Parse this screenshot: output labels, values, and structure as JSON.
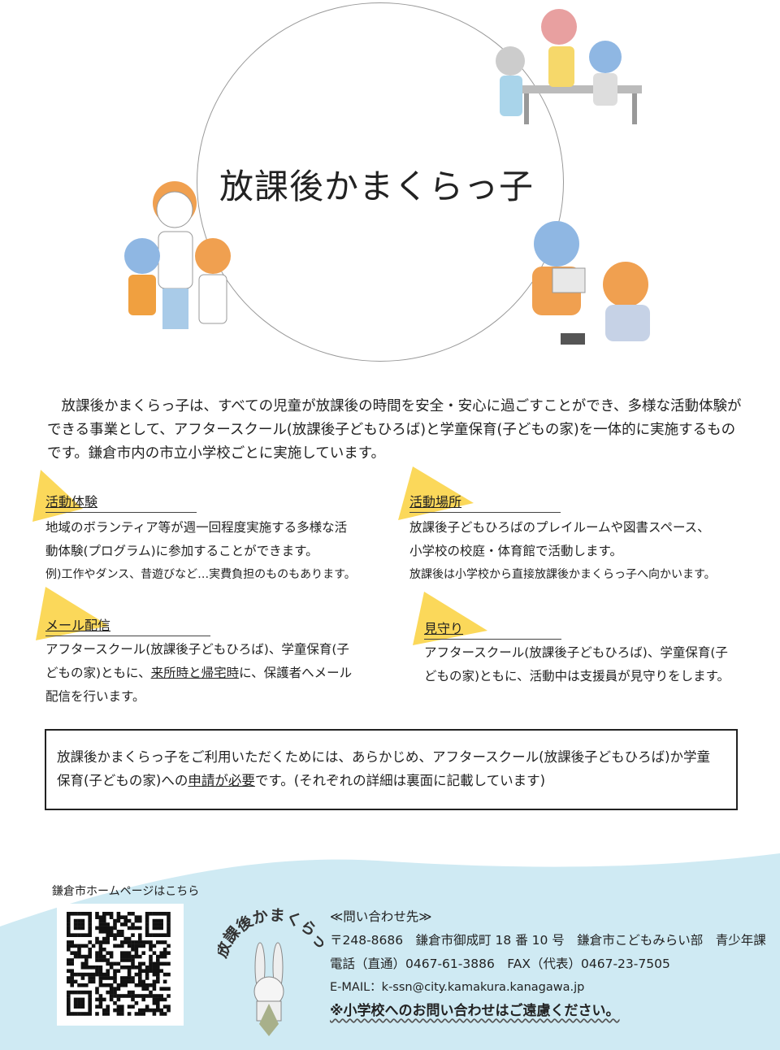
{
  "title": "放課後かまくらっ子",
  "intro": "放課後かまくらっ子は、すべての児童が放課後の時間を安全・安心に過ごすことができ、多様な活動体験ができる事業として、アフタースクール(放課後子どもひろば)と学童保育(子どもの家)を一体的に実施するものです。鎌倉市内の市立小学校ごとに実施しています。",
  "sections": [
    {
      "heading": "活動体験",
      "lines": [
        "地域のボランティア等が週一回程度実施する多様な活",
        "動体験(プログラム)に参加することができます。"
      ],
      "note": "例)工作やダンス、昔遊びなど…実費負担のものもあります。"
    },
    {
      "heading": "活動場所",
      "lines": [
        "放課後子どもひろばのプレイルームや図書スペース、",
        "小学校の校庭・体育館で活動します。"
      ],
      "note": "放課後は小学校から直接放課後かまくらっ子へ向かいます。"
    },
    {
      "heading": "メール配信",
      "line1": "アフタースクール(放課後子どもひろば)、学童保育(子",
      "line2_pre": "どもの家)ともに、",
      "line2_u": "来所時と帰宅時",
      "line2_post": "に、保護者へメール",
      "line3": "配信を行います。"
    },
    {
      "heading": "見守り",
      "lines": [
        "アフタースクール(放課後子どもひろば)、学童保育(子",
        "どもの家)ともに、活動中は支援員が見守りをします。"
      ]
    }
  ],
  "notice": {
    "line1": "放課後かまくらっ子をご利用いただくためには、あらかじめ、アフタースクール(放課後子どもひろば)か学童",
    "line2_pre": "保育(子どもの家)への",
    "line2_u": "申請が必要",
    "line2_post": "です。(それぞれの詳細は裏面に記載しています)"
  },
  "qr_label": "鎌倉市ホームページはこちら",
  "logo_text": "放課後かまくらっ子",
  "contact": {
    "heading": "≪問い合わせ先≫",
    "address": "〒248-8686　鎌倉市御成町 18 番 10 号　鎌倉市こどもみらい部　青少年課",
    "phone": "電話（直通）0467-61-3886　FAX（代表）0467-23-7505",
    "email": "E-MAIL：k-ssn@city.kamakura.kanagawa.jp",
    "warning": "※小学校へのお問い合わせはご遠慮ください。"
  },
  "colors": {
    "accent": "#fbd85a",
    "wave": "#cfeaf3"
  }
}
